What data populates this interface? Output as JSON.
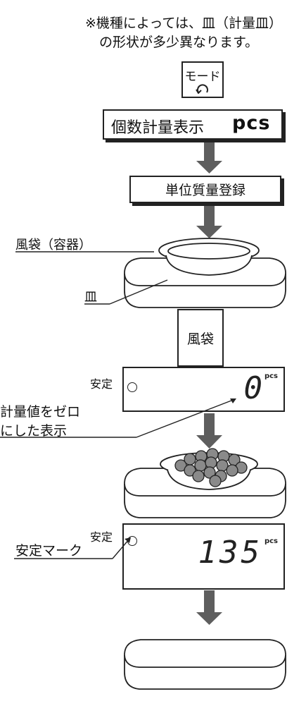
{
  "note": {
    "line1": "※機種によっては、皿（計量皿）",
    "line2": "の形状が多少異なります。"
  },
  "mode_key": {
    "label": "モード",
    "icon": "circular-arrow-icon"
  },
  "steps": {
    "count_display": {
      "label": "個数計量表示",
      "unit": "pcs"
    },
    "unit_mass": {
      "label": "単位質量登録"
    },
    "bag_key": {
      "label": "風袋"
    }
  },
  "labels": {
    "bag_container": "風袋（容器）",
    "pan": "皿",
    "zero_display_line1": "計量値をゼロ",
    "zero_display_line2": "にした表示",
    "stable_mark": "安定マーク"
  },
  "displays": [
    {
      "stable_label": "安定",
      "value": "0",
      "unit": "pcs"
    },
    {
      "stable_label": "安定",
      "value": "135",
      "unit": "pcs"
    }
  ],
  "colors": {
    "arrow": "#5e5e5e",
    "ink": "#222222",
    "ball": "#8a8a8a"
  }
}
